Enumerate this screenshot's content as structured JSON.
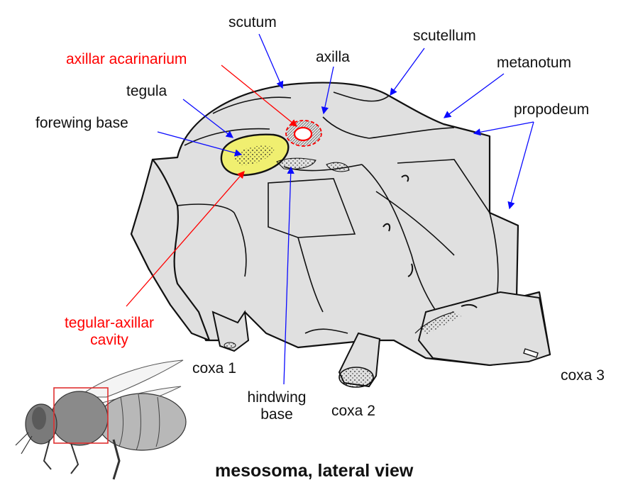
{
  "colors": {
    "black_leader": "#0a0aff",
    "red_label": "#ff0000",
    "body_fill": "#e0e0e0",
    "highlight_fill": "#f0ef70",
    "outline": "#111111",
    "bee_box": "#e03030"
  },
  "labels": {
    "scutum": "scutum",
    "axillar_acarinarium": "axillar acarinarium",
    "axilla": "axilla",
    "scutellum": "scutellum",
    "metanotum": "metanotum",
    "tegula": "tegula",
    "propodeum": "propodeum",
    "forewing_base": "forewing base",
    "tegular_axillar_cavity_line1": "tegular-axillar",
    "tegular_axillar_cavity_line2": "cavity",
    "coxa_1": "coxa 1",
    "coxa_2": "coxa 2",
    "coxa_3": "coxa 3",
    "hindwing_base_line1": "hindwing",
    "hindwing_base_line2": "base"
  },
  "caption": "mesosoma, lateral view",
  "inset": {
    "icon": "honeybee-lateral-sketch",
    "highlight": "red-box-around-mesosoma"
  }
}
